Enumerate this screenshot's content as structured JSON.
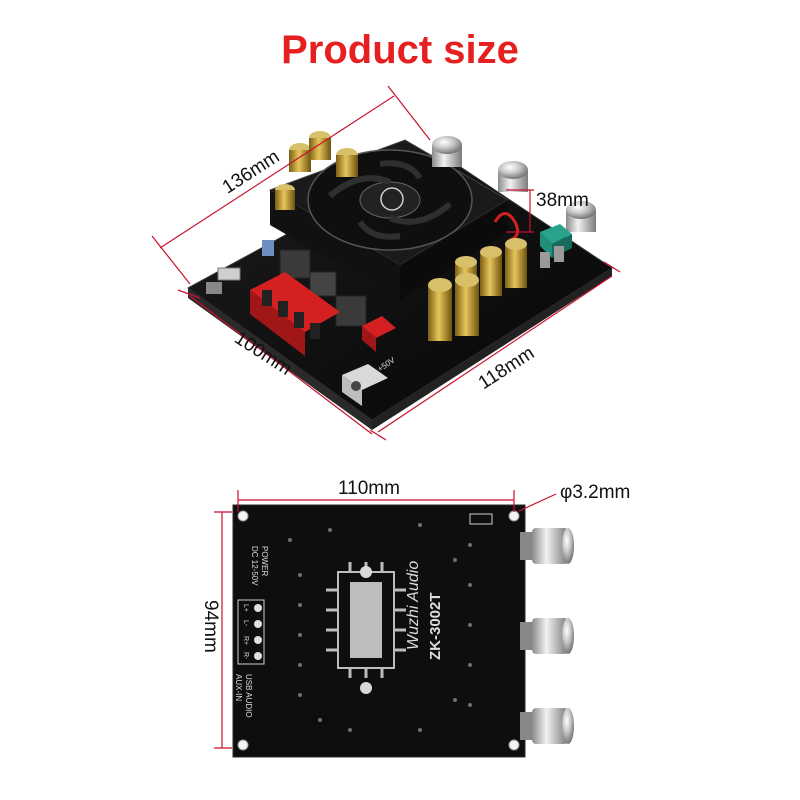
{
  "title": "Product size",
  "colors": {
    "title": "#e62020",
    "dimension_line": "#c8102e",
    "board": "#0d0d0d",
    "heatsink": "#bdbdbd",
    "terminal_red": "#d42020",
    "potentiometer_teal": "#1f8f7a"
  },
  "top_view": {
    "length": "136mm",
    "width": "100mm",
    "depth": "118mm",
    "height": "38mm",
    "board_label": "+50V"
  },
  "bottom_view": {
    "width": "110mm",
    "height": "94mm",
    "hole": "φ3.2mm",
    "model": "ZK-3002T",
    "brand": "Wuzhi Audio",
    "labels": {
      "power": "POWER",
      "dc": "DC 12-50V",
      "usb_audio": "USB AUDIO",
      "aux": "AUX-IN",
      "l_plus": "L+",
      "l_minus": "L-",
      "r_plus": "R+",
      "r_minus": "R-"
    }
  }
}
